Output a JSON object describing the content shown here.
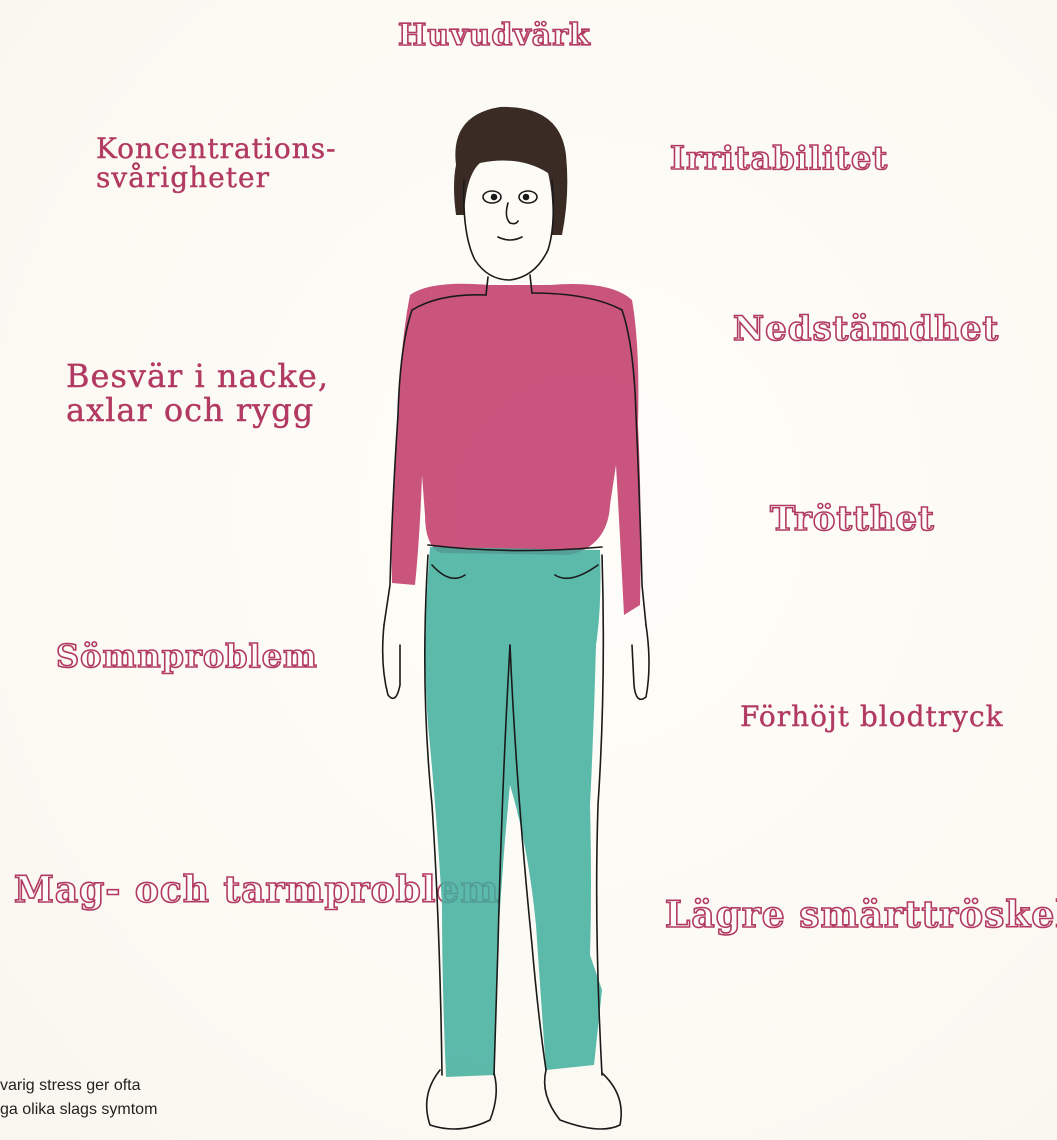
{
  "labels": {
    "headache": "Huvudvärk",
    "concentration_line1": "Koncentrations-",
    "concentration_line2": "svårigheter",
    "irritability": "Irritabilitet",
    "depression": "Nedstämdhet",
    "neck_line1": "Besvär i nacke,",
    "neck_line2": "axlar och rygg",
    "fatigue": "Trötthet",
    "sleep": "Sömnproblem",
    "blood_pressure": "Förhöjt blodtryck",
    "stomach": "Mag- och tarmproblem",
    "pain": "Lägre smärttröskel"
  },
  "caption": {
    "line1": "varig stress ger ofta",
    "line2": "ga olika slags symtom"
  },
  "colors": {
    "label": "#b23a62",
    "shirt": "#c23d6c",
    "jeans": "#3fae9e",
    "hair": "#3a2b25"
  }
}
